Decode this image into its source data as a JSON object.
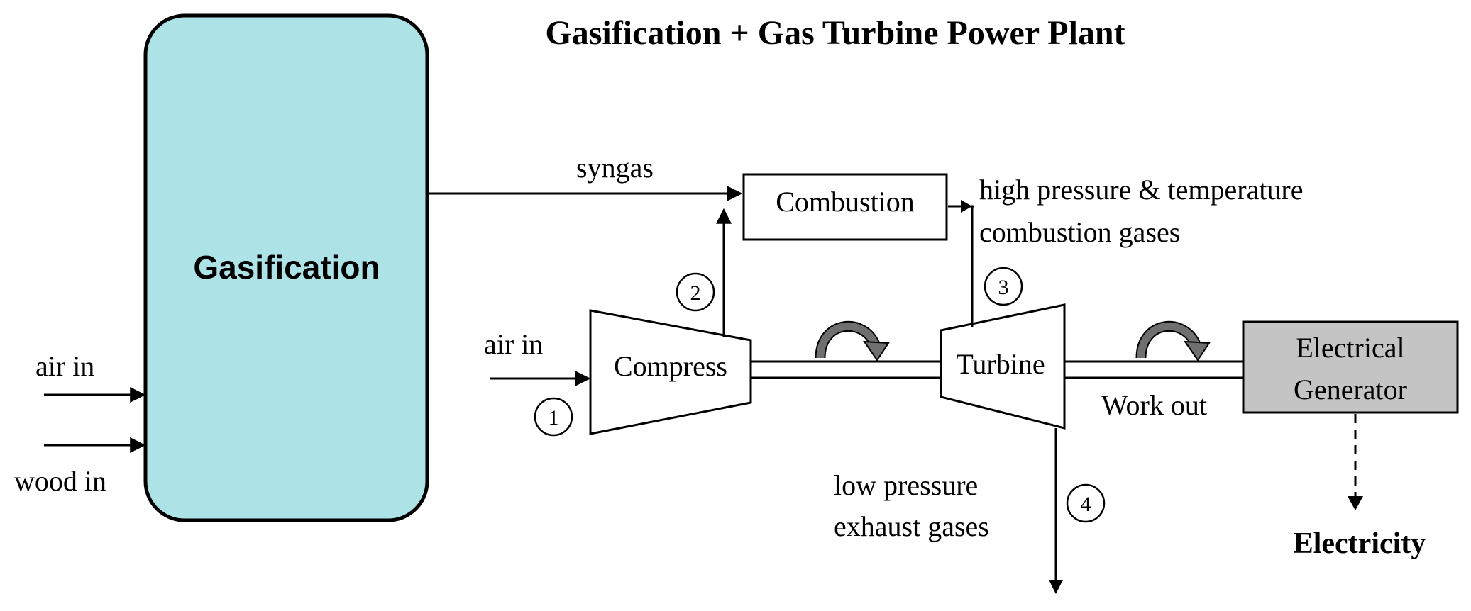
{
  "title": "Gasification + Gas Turbine Power Plant",
  "gasifier": {
    "label": "Gasification",
    "fill": "#ade2e6"
  },
  "inputs": {
    "air": "air in",
    "wood": "wood in"
  },
  "streams": {
    "syngas": "syngas",
    "compressor_air": "air in",
    "hot_gas_line1": "high pressure & temperature",
    "hot_gas_line2": "combustion gases",
    "exhaust_line1": "low pressure",
    "exhaust_line2": "exhaust gases",
    "work": "Work out"
  },
  "units": {
    "combustion": "Combustion",
    "compressor": "Compress",
    "turbine": "Turbine",
    "generator_line1": "Electrical",
    "generator_line2": "Generator",
    "generator_fill": "#c4c4c4"
  },
  "state_points": [
    "1",
    "2",
    "3",
    "4"
  ],
  "output": "Electricity",
  "rotation_arrow_color": "#6f6f6f"
}
